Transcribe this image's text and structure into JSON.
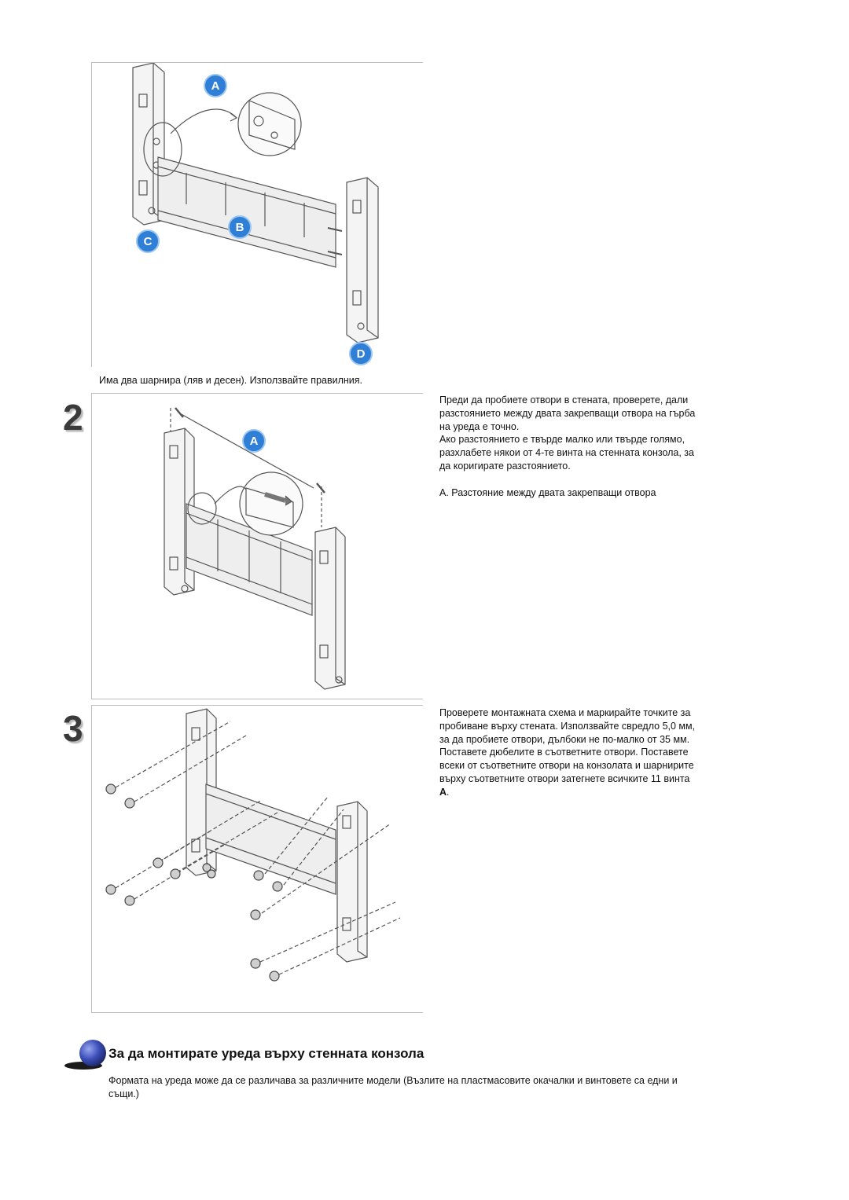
{
  "figure1": {
    "caption": "Има два шарнира (ляв и десен). Използвайте правилния.",
    "labels": [
      "A",
      "B",
      "C",
      "D"
    ]
  },
  "step2": {
    "number": "2",
    "text_p1": "Преди да пробиете отвори в стената, проверете, дали разстоянието между двата закрепващи отвора на гърба на уреда е точно.",
    "text_p2": "Ако разстоянието е твърде малко или твърде голямо, разхлабете някои от 4-те винта на стенната конзола, за да коригирате разстоянието.",
    "text_p3": "A. Разстояние между двата закрепващи отвора",
    "label": "A"
  },
  "step3": {
    "number": "3",
    "text": "Проверете монтажната схема и маркирайте точките за пробиване върху стената. Използвайте свредло 5,0 мм, за да пробиете отвори, дълбоки не по-малко от 35 мм. Поставете дюбелите в съответните отвори. Поставете всеки от съответните отвори на конзолата и шарнирите върху съответните отвори затегнете всичките 11 винта ",
    "text_bold": "A",
    "text_end": "."
  },
  "section": {
    "heading": "За да монтирате уреда върху стенната конзола",
    "body": "Формата на уреда може да се различава за различните модели (Възлите на пластмасовите окачалки и винтовете са едни и същи.)"
  },
  "colors": {
    "badge": "#2f7fd6",
    "sphere": "#3a4fb8",
    "line": "#555555"
  }
}
